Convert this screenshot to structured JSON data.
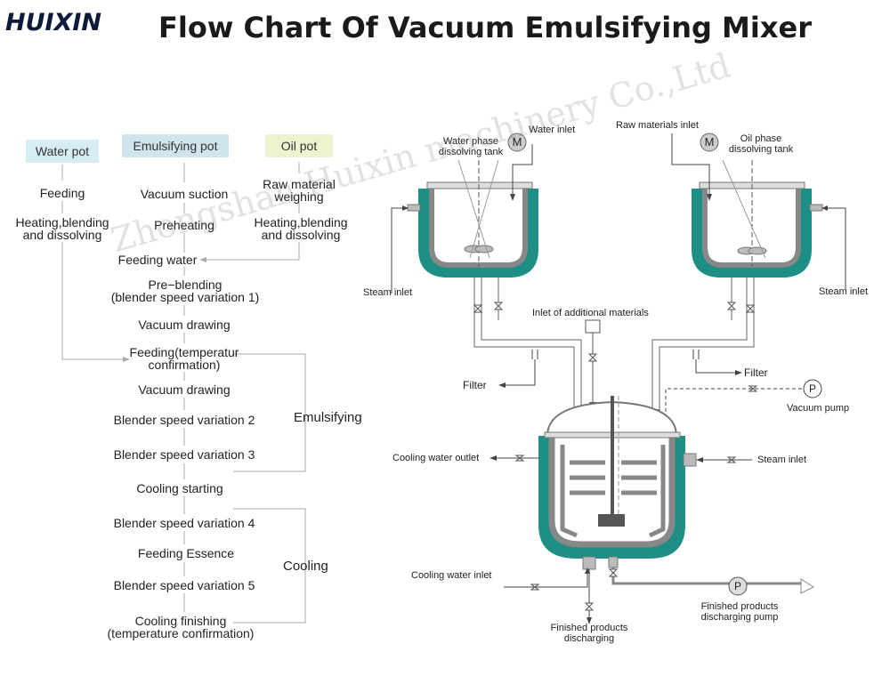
{
  "brand": {
    "logo": "HUIXIN"
  },
  "title": "Flow Chart Of Vacuum Emulsifying Mixer",
  "watermark": "Zhongshan Huixin machinery Co.,Ltd",
  "flow": {
    "water_pot": "Water pot",
    "emulsifying_pot": "Emulsifying pot",
    "oil_pot": "Oil pot",
    "water_steps": [
      "Feeding",
      "Heating,blending\nand dissolving"
    ],
    "oil_steps": [
      "Raw material\nweighing",
      "Heating,blending\nand dissolving"
    ],
    "main_steps": [
      "Vacuum suction",
      "Preheating",
      "Feeding water",
      "Pre−blending\n(blender speed variation 1)",
      "Vacuum drawing",
      "Feeding(temperatur\nconfirmation)",
      "Vacuum drawing",
      "Blender speed variation 2",
      "Blender speed variation 3",
      "Cooling starting",
      "Blender speed variation 4",
      "Feeding Essence",
      "Blender speed variation 5",
      "Cooling finishing\n(temperature confirmation)"
    ],
    "phase_emulsifying": "Emulsifying",
    "phase_cooling": "Cooling"
  },
  "equipment": {
    "water_inlet": "Water inlet",
    "water_phase_tank": "Water phase\ndissolving tank",
    "raw_materials_inlet": "Raw materials inlet",
    "oil_phase_tank": "Oil phase\ndissolving tank",
    "steam_inlet_left": "Steam inlet",
    "steam_inlet_right": "Steam inlet",
    "inlet_additional": "Inlet of additional materials",
    "filter_left": "Filter",
    "filter_right": "Filter",
    "vacuum_pump": "Vacuum pump",
    "cooling_water_outlet": "Cooling water outlet",
    "steam_inlet_main": "Steam inlet",
    "cooling_water_inlet": "Cooling water inlet",
    "finished_discharging": "Finished products\ndischarging",
    "finished_pump": "Finished products\ndischarging pump",
    "motor_symbol": "M",
    "pump_symbol": "P"
  }
}
